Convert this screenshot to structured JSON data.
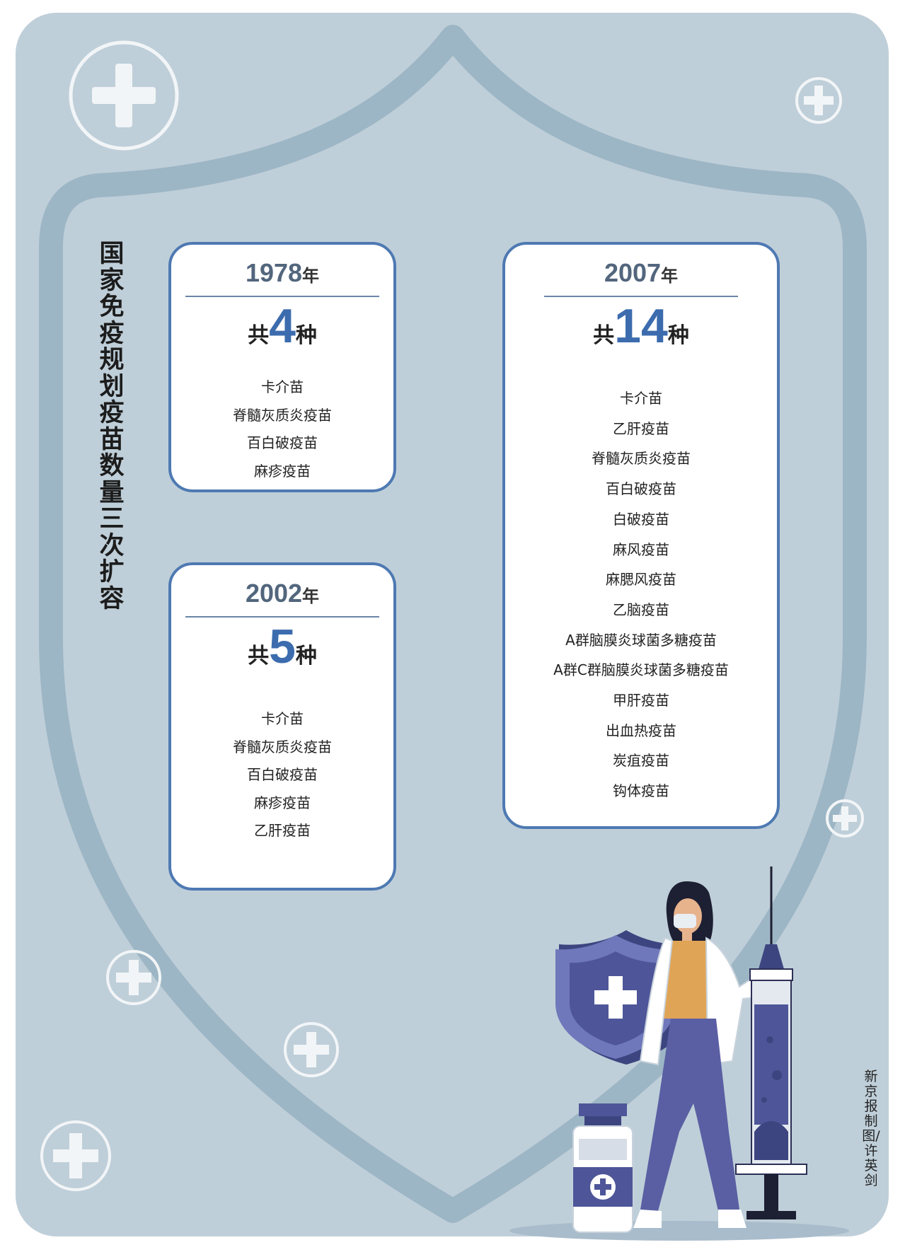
{
  "title": "国家免疫规划疫苗数量三次扩容",
  "credit": "新京报制图/许英剑",
  "cards": [
    {
      "year": "1978",
      "year_suffix": "年",
      "count_prefix": "共",
      "count": "4",
      "count_suffix": "种",
      "items": [
        "卡介苗",
        "脊髓灰质炎疫苗",
        "百白破疫苗",
        "麻疹疫苗"
      ]
    },
    {
      "year": "2002",
      "year_suffix": "年",
      "count_prefix": "共",
      "count": "5",
      "count_suffix": "种",
      "items": [
        "卡介苗",
        "脊髓灰质炎疫苗",
        "百白破疫苗",
        "麻疹疫苗",
        "乙肝疫苗"
      ]
    },
    {
      "year": "2007",
      "year_suffix": "年",
      "count_prefix": "共",
      "count": "14",
      "count_suffix": "种",
      "items": [
        "卡介苗",
        "乙肝疫苗",
        "脊髓灰质炎疫苗",
        "百白破疫苗",
        "白破疫苗",
        "麻风疫苗",
        "麻腮风疫苗",
        "乙脑疫苗",
        "A群脑膜炎球菌多糖疫苗",
        "A群C群脑膜炎球菌多糖疫苗",
        "甲肝疫苗",
        "出血热疫苗",
        "炭疽疫苗",
        "钩体疫苗"
      ]
    }
  ],
  "colors": {
    "background": "#bfcfd9",
    "shield_outline": "#9db6c5",
    "card_border": "#4e79b2",
    "year_text": "#52667d",
    "count_number": "#3c6cae",
    "illustration_purple": "#4e5699"
  },
  "icons": [
    "medical-cross-icon",
    "shield-icon",
    "syringe-icon",
    "vaccine-bottle-icon"
  ]
}
